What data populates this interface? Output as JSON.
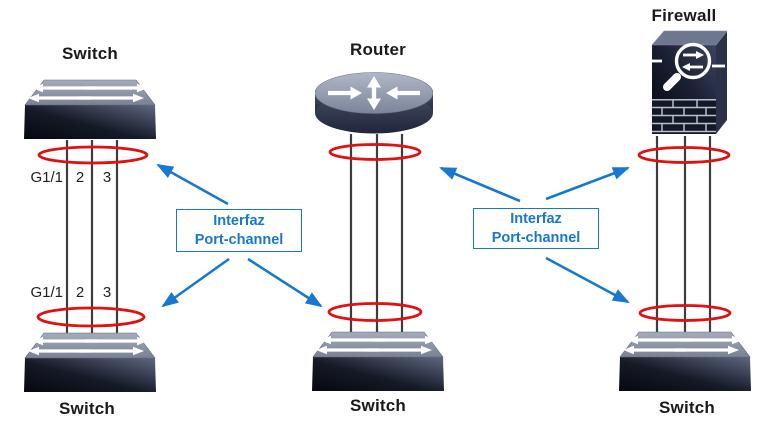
{
  "diagram": {
    "description": "Port-channel network topology diagram",
    "colors": {
      "callout_blue": "#1878D0",
      "highlight_red": "#E01111",
      "cable_gray": "#3D3D3D",
      "label_black": "#1A1A1A"
    },
    "devices": {
      "top_left": {
        "type": "switch",
        "label": "Switch"
      },
      "top_middle": {
        "type": "router",
        "label": "Router"
      },
      "top_right": {
        "type": "firewall",
        "label": "Firewall"
      },
      "bottom_left": {
        "type": "switch",
        "label": "Switch"
      },
      "bottom_middle": {
        "type": "switch",
        "label": "Switch"
      },
      "bottom_right": {
        "type": "switch",
        "label": "Switch"
      }
    },
    "port_labels": {
      "upper": [
        "G1/1",
        "2",
        "3"
      ],
      "lower": [
        "G1/1",
        "2",
        "3"
      ]
    },
    "callouts": {
      "left": {
        "line1": "Interfaz",
        "line2": "Port-channel"
      },
      "right": {
        "line1": "Interfaz",
        "line2": "Port-channel"
      }
    },
    "links": {
      "per_bundle": 3,
      "bundles": [
        "switch-switch",
        "router-switch",
        "firewall-switch"
      ]
    }
  }
}
